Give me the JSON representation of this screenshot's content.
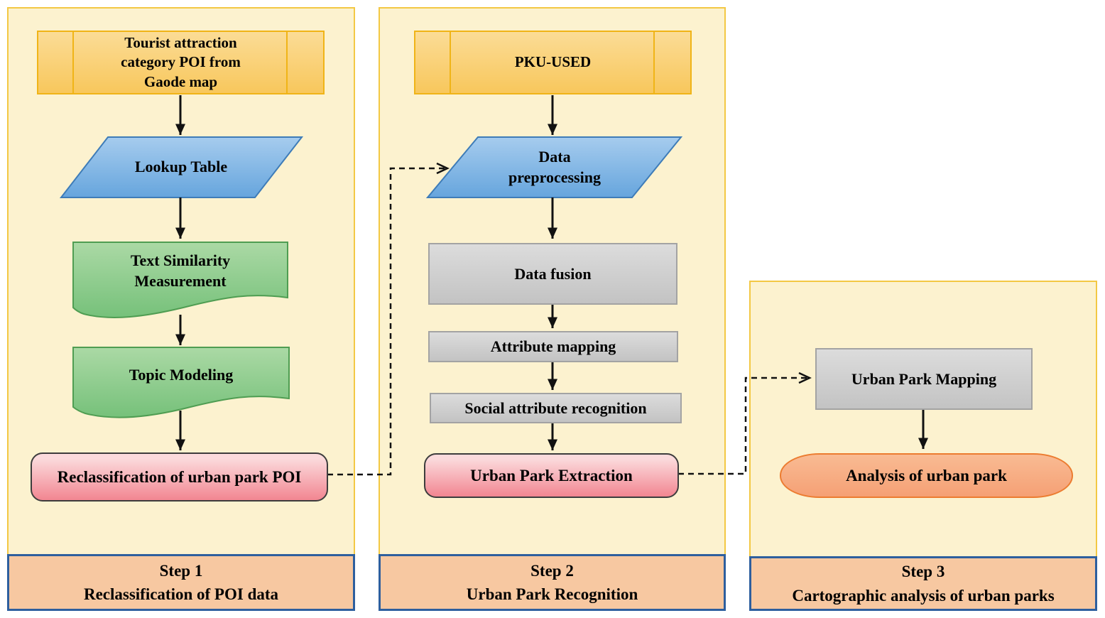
{
  "figure": {
    "type": "flowchart",
    "description": "Three-step urban park POI workflow diagram"
  },
  "colors": {
    "page-bg": "#ffffff",
    "panel-bg": "#FCF2CF",
    "panel-border": "#F3C844",
    "gold-top": "#FBDC96",
    "gold-bottom": "#F8C75C",
    "gold-border": "#F0B417",
    "blue-top": "#A6CCEE",
    "blue-bottom": "#66A5DD",
    "blue-border": "#3E7CB8",
    "green-top": "#ABD9A5",
    "green-bottom": "#76C17A",
    "green-border": "#4F9D52",
    "gray-top": "#DCDCDC",
    "gray-bottom": "#C3C3C3",
    "gray-border": "#A3A3A3",
    "pink-top": "#FBDADC",
    "pink-bottom": "#F28691",
    "pink-border": "#3D3D3D",
    "stadium-top": "#F9BB93",
    "stadium-bottom": "#F5A075",
    "stadium-border": "#EC7C30",
    "footer-bg": "#F7C8A1",
    "footer-border": "#2E5F9E",
    "arrow": "#111111",
    "text": "#000000"
  },
  "step1": {
    "source": "Tourist attraction\ncategory POI from\nGaode map",
    "lookup_table": "Lookup Table",
    "text_similarity": "Text Similarity\nMeasurement",
    "topic_modeling": "Topic Modeling",
    "reclassification": "Reclassification of urban park POI",
    "footer_line1": "Step 1",
    "footer_line2": "Reclassification of POI data"
  },
  "step2": {
    "source": "PKU-USED",
    "preprocessing": "Data\npreprocessing",
    "fusion": "Data fusion",
    "attribute_mapping": "Attribute mapping",
    "social_recognition": "Social attribute recognition",
    "extraction": "Urban Park Extraction",
    "footer_line1": "Step 2",
    "footer_line2": "Urban Park Recognition"
  },
  "step3": {
    "mapping": "Urban Park Mapping",
    "analysis": "Analysis of urban park",
    "footer_line1": "Step 3",
    "footer_line2": "Cartographic analysis of urban parks"
  }
}
